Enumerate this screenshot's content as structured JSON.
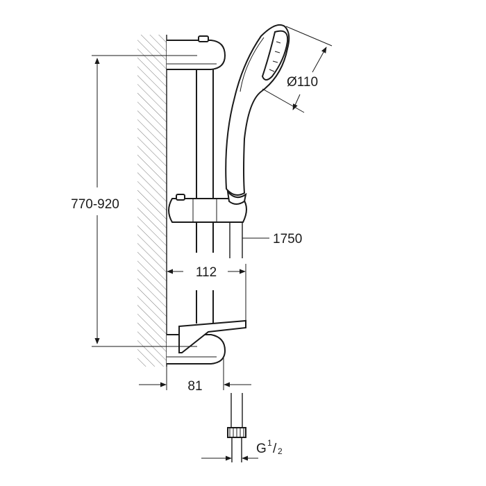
{
  "dimensions": {
    "height_range": "770-920",
    "head_diameter": "Ø110",
    "hose_length": "1750",
    "rail_projection": "112",
    "wall_offset": "81",
    "thread_main": "G",
    "thread_num": "1",
    "thread_den": "2"
  },
  "colors": {
    "line": "#1a1a1a",
    "hatch": "#6a6a6a",
    "background": "#ffffff"
  }
}
